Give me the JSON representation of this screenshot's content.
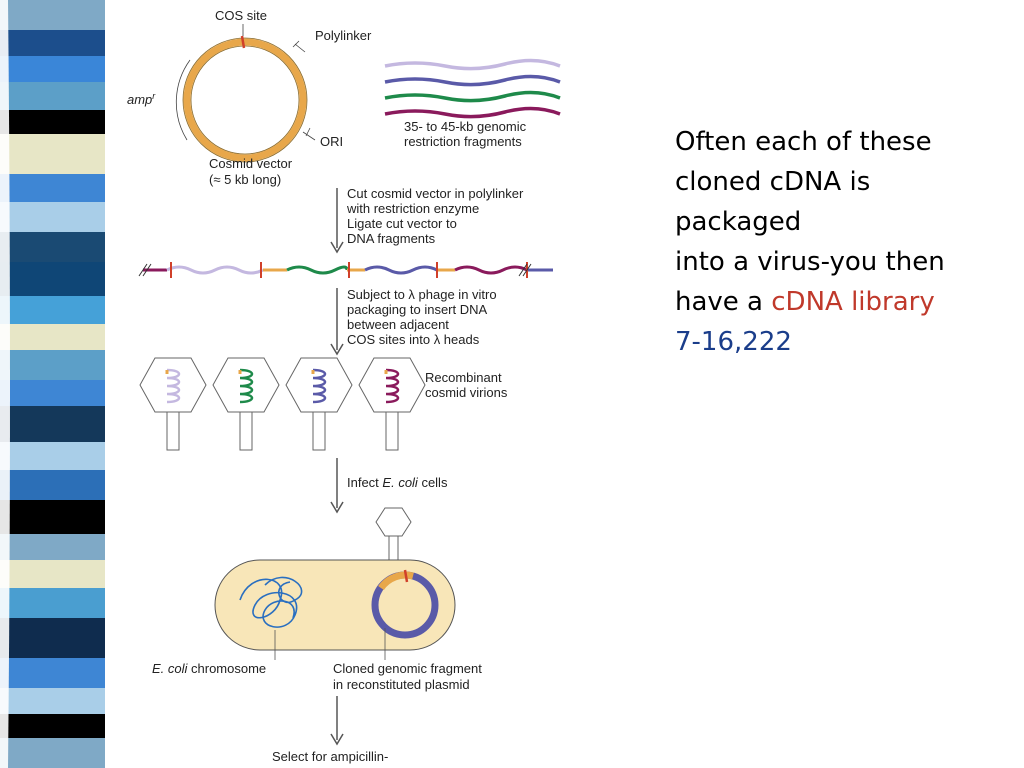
{
  "stripe": {
    "colors": [
      "#7fa9c6",
      "#1c4e8c",
      "#3a86d8",
      "#5c9fc8",
      "#000000",
      "#e7e6c6",
      "#3e86d4",
      "#a9cee8",
      "#1a4a73",
      "#0f4676",
      "#45a1d8",
      "#e7e6c6",
      "#5c9fc8",
      "#3e86d4",
      "#14385a",
      "#a9cee8",
      "#2c6fb7",
      "#000000",
      "#7fa9c6",
      "#e7e6c6",
      "#4a9ed0",
      "#0f2c4e",
      "#3e86d4",
      "#a9cee8",
      "#000000"
    ],
    "blocks": [
      {
        "h": 30,
        "c": 0
      },
      {
        "h": 26,
        "c": 1
      },
      {
        "h": 26,
        "c": 2
      },
      {
        "h": 28,
        "c": 3
      },
      {
        "h": 24,
        "c": 4
      },
      {
        "h": 40,
        "c": 5
      },
      {
        "h": 28,
        "c": 6
      },
      {
        "h": 30,
        "c": 7
      },
      {
        "h": 30,
        "c": 8
      },
      {
        "h": 34,
        "c": 9
      },
      {
        "h": 28,
        "c": 10
      },
      {
        "h": 26,
        "c": 11
      },
      {
        "h": 30,
        "c": 12
      },
      {
        "h": 26,
        "c": 13
      },
      {
        "h": 36,
        "c": 14
      },
      {
        "h": 28,
        "c": 15
      },
      {
        "h": 30,
        "c": 16
      },
      {
        "h": 34,
        "c": 17
      },
      {
        "h": 26,
        "c": 18
      },
      {
        "h": 28,
        "c": 19
      },
      {
        "h": 30,
        "c": 20
      },
      {
        "h": 40,
        "c": 21
      },
      {
        "h": 30,
        "c": 22
      },
      {
        "h": 26,
        "c": 23
      },
      {
        "h": 24,
        "c": 24
      }
    ]
  },
  "figure": {
    "cos_site": "COS site",
    "polylinker": "Polylinker",
    "amp": "amp",
    "amp_sup": "r",
    "ori": "ORI",
    "vector_name": "Cosmid vector",
    "vector_size": "(≈ 5 kb long)",
    "fragments_line1": "35- to 45-kb genomic",
    "fragments_line2": "restriction fragments",
    "step1_line1": "Cut cosmid vector in polylinker",
    "step1_line2": "with restriction enzyme",
    "step1_line3": "Ligate cut vector to",
    "step1_line4": "DNA fragments",
    "step2_line1": "Subject to λ phage in vitro",
    "step2_line2": "packaging to insert DNA",
    "step2_line3": "between adjacent",
    "step2_line4": "COS sites into λ heads",
    "virions_line1": "Recombinant",
    "virions_line2": "cosmid virions",
    "infect_pre": "Infect ",
    "infect_em": "E. coli",
    "infect_post": " cells",
    "chrom_em": "E. coli",
    "chrom_post": " chromosome",
    "cloned_line1": "Cloned genomic fragment",
    "cloned_line2": "in reconstituted plasmid",
    "select": "Select for ampicillin-"
  },
  "colors": {
    "vector": "#e8a74a",
    "lavender": "#c4b8e0",
    "purple": "#5a5aa8",
    "green": "#1e8a4a",
    "maroon": "#8a1a5c",
    "cut": "#d0402a",
    "cell": "#f8e6b8",
    "chromosome": "#2a6fc0"
  },
  "caption": {
    "line1": "Often each of these",
    "line2": "cloned cDNA is",
    "line3": "packaged",
    "line4": "into a virus-you then",
    "line5_pre": "have a ",
    "line5_accent": "cDNA library",
    "line6": "7-16,222"
  }
}
